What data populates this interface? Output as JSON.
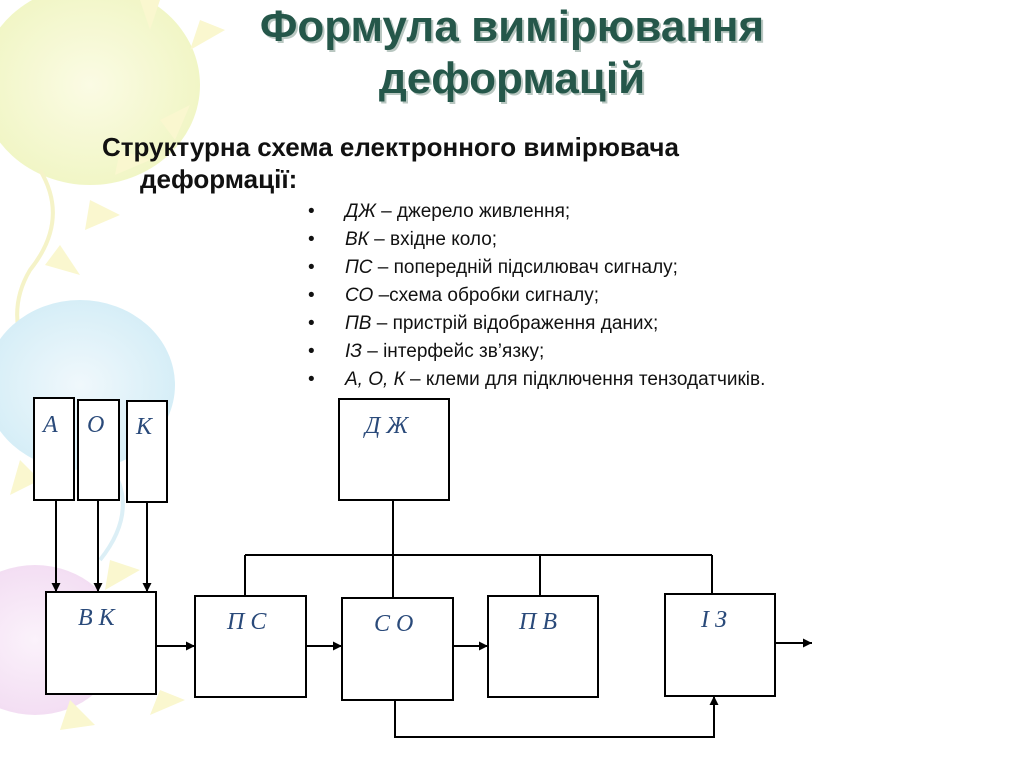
{
  "title": {
    "line1": "Формула вимірювання",
    "line2": "деформацій"
  },
  "subtitle": {
    "line1": "Структурна схема електронного вимірювача",
    "line2": "деформації:"
  },
  "legend": [
    {
      "abbr": "ДЖ",
      "text": " – джерело живлення;"
    },
    {
      "abbr": "ВК",
      "text": " – вхідне коло;"
    },
    {
      "abbr": "ПС",
      "text": " – попередній підсилювач сигналу;"
    },
    {
      "abbr": "СО",
      "text": " –схема обробки сигналу;"
    },
    {
      "abbr": "ПВ",
      "text": " – пристрій відображення даних;"
    },
    {
      "abbr": "ІЗ",
      "text": " – інтерфейс зв’язку;"
    },
    {
      "abbr": "А, О, К",
      "text": " – клеми для підключення тензодатчиків."
    }
  ],
  "bullet": "•",
  "diagram": {
    "blocks": {
      "a": "А",
      "o": "О",
      "k": "К",
      "dzh": "Д Ж",
      "vk": "В К",
      "ps": "П С",
      "so": "С О",
      "pv": "П В",
      "iz": "І З"
    }
  },
  "colors": {
    "title": "#25574a",
    "block_label": "#2a4a7a"
  }
}
